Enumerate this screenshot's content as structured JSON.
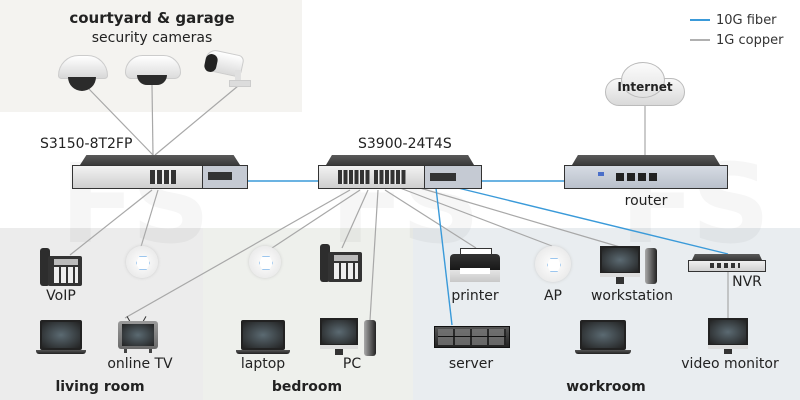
{
  "legend": {
    "items": [
      {
        "label": "10G fiber",
        "color": "#3a9ad9"
      },
      {
        "label": "1G copper",
        "color": "#b0b0b0"
      }
    ]
  },
  "zones": {
    "cameras": {
      "title": "courtyard & garage",
      "subtitle": "security cameras",
      "color": "#f4f3f0"
    },
    "living_room": {
      "title": "living room",
      "color": "#ececec"
    },
    "bedroom": {
      "title": "bedroom",
      "color": "#eef0ec"
    },
    "workroom": {
      "title": "workroom",
      "color": "#e9edf0"
    }
  },
  "devices": {
    "switch_left": {
      "label": "S3150-8T2FP"
    },
    "switch_core": {
      "label": "S3900-24T4S"
    },
    "router": {
      "label": "router"
    },
    "internet": {
      "label": "Internet"
    },
    "voip_living": {
      "label": "VoIP"
    },
    "online_tv": {
      "label": "online TV"
    },
    "laptop_bedroom": {
      "label": "laptop"
    },
    "pc": {
      "label": "PC"
    },
    "printer": {
      "label": "printer"
    },
    "ap": {
      "label": "AP"
    },
    "workstation": {
      "label": "workstation"
    },
    "nvr": {
      "label": "NVR"
    },
    "server": {
      "label": "server"
    },
    "video_monitor": {
      "label": "video monitor"
    }
  },
  "watermark": "FS"
}
